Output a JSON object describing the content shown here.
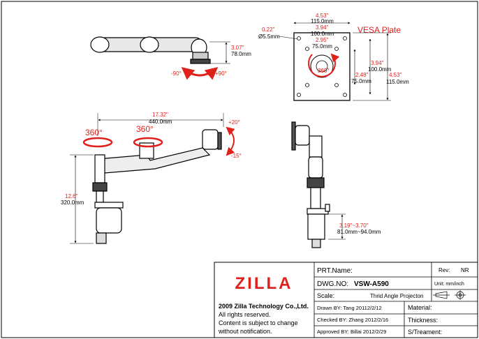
{
  "top_view": {
    "height_in": "3.07\"",
    "height_mm": "78.0mm",
    "angle_left": "-90°",
    "angle_right": "+90°"
  },
  "vesa": {
    "title": "VESA Plate",
    "width_outer_in": "4.53\"",
    "width_outer_mm": "115.0mm",
    "width_mid_in": "3.94\"",
    "width_mid_mm": "100.0mm",
    "width_inner_in": "2.95\"",
    "width_inner_mm": "75.0mm",
    "hole_in": "0.22\"",
    "hole_mm": "Ø5.5mm",
    "rotation": "360°",
    "height_inner_in": "2.48\"",
    "height_inner_mm": "75.0mm",
    "height_mid_in": "3.94\"",
    "height_mid_mm": "100.0mm",
    "height_outer_in": "4.53\"",
    "height_outer_mm": "115.0mm"
  },
  "front_view": {
    "reach_in": "17.32\"",
    "reach_mm": "440.0mm",
    "rot_left": "360°",
    "rot_mid": "360°",
    "tilt_up": "+20°",
    "tilt_down": "-15°",
    "height_in": "12.6\"",
    "height_mm": "320.0mm"
  },
  "side_view": {
    "clamp_in": "3.19\"~3.70\"",
    "clamp_mm": "81.0mm~94.0mm"
  },
  "title_block": {
    "logo": "ZILLA",
    "company": "2009 Zilla Technology Co.,Ltd.",
    "rights": "All rights reserved.",
    "notice1": "Content is subject to change",
    "notice2": "without notification.",
    "prt_name_label": "PRT.Name:",
    "rev_label": "Rev:",
    "rev_value": "NR",
    "dwg_label": "DWG.NO:",
    "dwg_value": "VSW-A590",
    "unit": "Unit: mm/inch",
    "scale_label": "Scale:",
    "projection": "Thrid Angle Projecton",
    "drawn": "Drawn BY:  Tang  20112/2/12",
    "material_label": "Material:",
    "checked": "Checked BY:  Zhang  2012/2/16",
    "thickness_label": "Thickness:",
    "approved": "Approved BY:  Billai  2012/2/29",
    "treatment_label": "S/Treament:"
  },
  "colors": {
    "dimension_red": "#e0201b",
    "line": "#000000",
    "logo_red": "#e0201b"
  }
}
